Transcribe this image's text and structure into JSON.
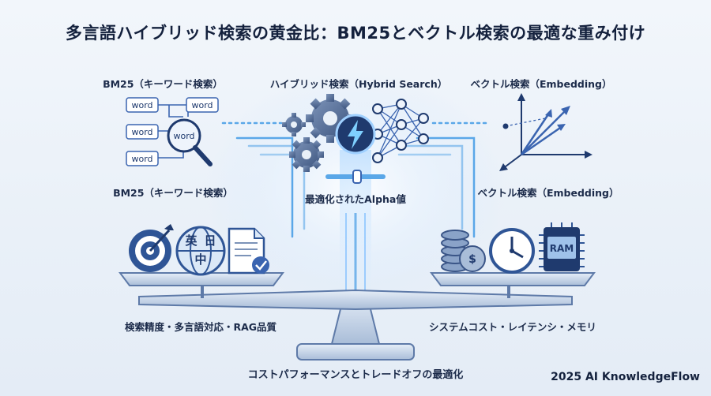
{
  "title": "多言語ハイブリッド検索の黄金比：BM25とベクトル検索の最適な重み付け",
  "top_labels": {
    "bm25": "BM25（キーワード検索）",
    "hybrid": "ハイブリッド検索（Hybrid Search）",
    "vector": "ベクトル検索（Embedding）"
  },
  "mid_labels": {
    "bm25": "BM25（キーワード検索）",
    "alpha": "最適化されたAlpha値",
    "vector": "ベクトル検索（Embedding）"
  },
  "keyword_words": [
    "word",
    "word",
    "word",
    "word",
    "word"
  ],
  "lang_glyphs": [
    "英",
    "日",
    "中"
  ],
  "chip_label": "RAM",
  "left_pan_label": "検索精度・多言語対応・RAG品質",
  "right_pan_label": "システムコスト・レイテンシ・メモリ",
  "bottom_caption": "コストパフォーマンスとトレードオフの最適化",
  "brand": "2025 AI KnowledgeFlow",
  "colors": {
    "primary": "#3a64b0",
    "dark": "#1f3a6e",
    "light": "#c7d9f0",
    "accent": "#5aa7e8"
  }
}
